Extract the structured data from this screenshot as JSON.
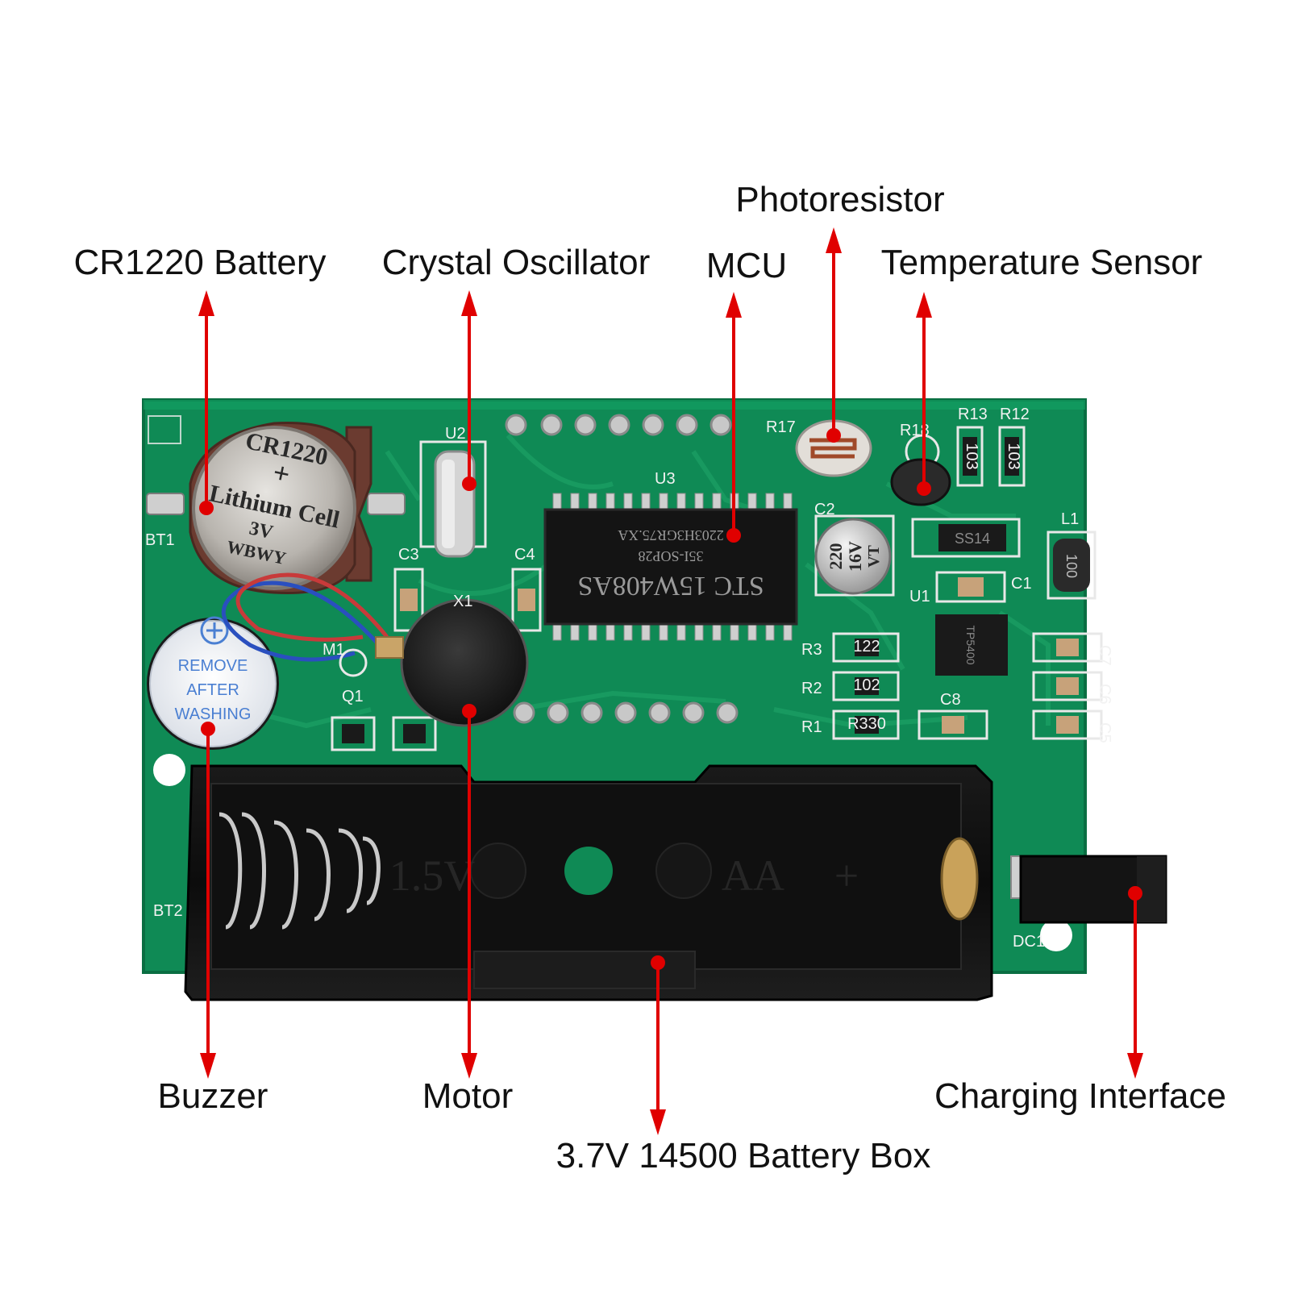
{
  "colors": {
    "pcb": "#0f8a55",
    "pcb_dark": "#0a6e42",
    "trace": "#1a9b62",
    "arrow": "#e00000",
    "label": "#111111"
  },
  "callouts": {
    "cr1220_battery": "CR1220 Battery",
    "crystal_oscillator": "Crystal Oscillator",
    "mcu": "MCU",
    "photoresistor": "Photoresistor",
    "temperature_sensor": "Temperature Sensor",
    "buzzer": "Buzzer",
    "motor": "Motor",
    "battery_box": "3.7V 14500 Battery Box",
    "charging_interface": "Charging Interface"
  },
  "silkscreen": {
    "bt1": "BT1",
    "bt2": "BT2",
    "u2": "U2",
    "u3": "U3",
    "u1": "U1",
    "r17": "R17",
    "r18": "R18",
    "r13": "R13",
    "r12": "R12",
    "c2": "C2",
    "c3": "C3",
    "c4": "C4",
    "c1": "C1",
    "c8": "C8",
    "c5": "C5",
    "c6": "C6",
    "c7": "C7",
    "l1": "L1",
    "r1": "R1",
    "r2": "R2",
    "r3": "R3",
    "m1": "M1",
    "q1": "Q1",
    "x1": "X1",
    "dc1": "DC1"
  },
  "components": {
    "coin_cell": [
      "CR1220",
      "+",
      "Lithium Cell",
      "3V",
      "WBWY"
    ],
    "mcu_chip": [
      "STC 15W408AS",
      "35I-SOP28",
      "2203H3GR75.XA"
    ],
    "capacitor_c2": [
      "220",
      "16V",
      "VT"
    ],
    "buzzer_sticker": [
      "REMOVE",
      "AFTER",
      "WASHING"
    ],
    "battery_box_emboss": [
      "1.5V",
      "AA"
    ],
    "diode": "SS14",
    "inductor": "100",
    "regulator": "TP5400",
    "resistor_codes": [
      "103",
      "103",
      "122",
      "102",
      "R330"
    ]
  }
}
